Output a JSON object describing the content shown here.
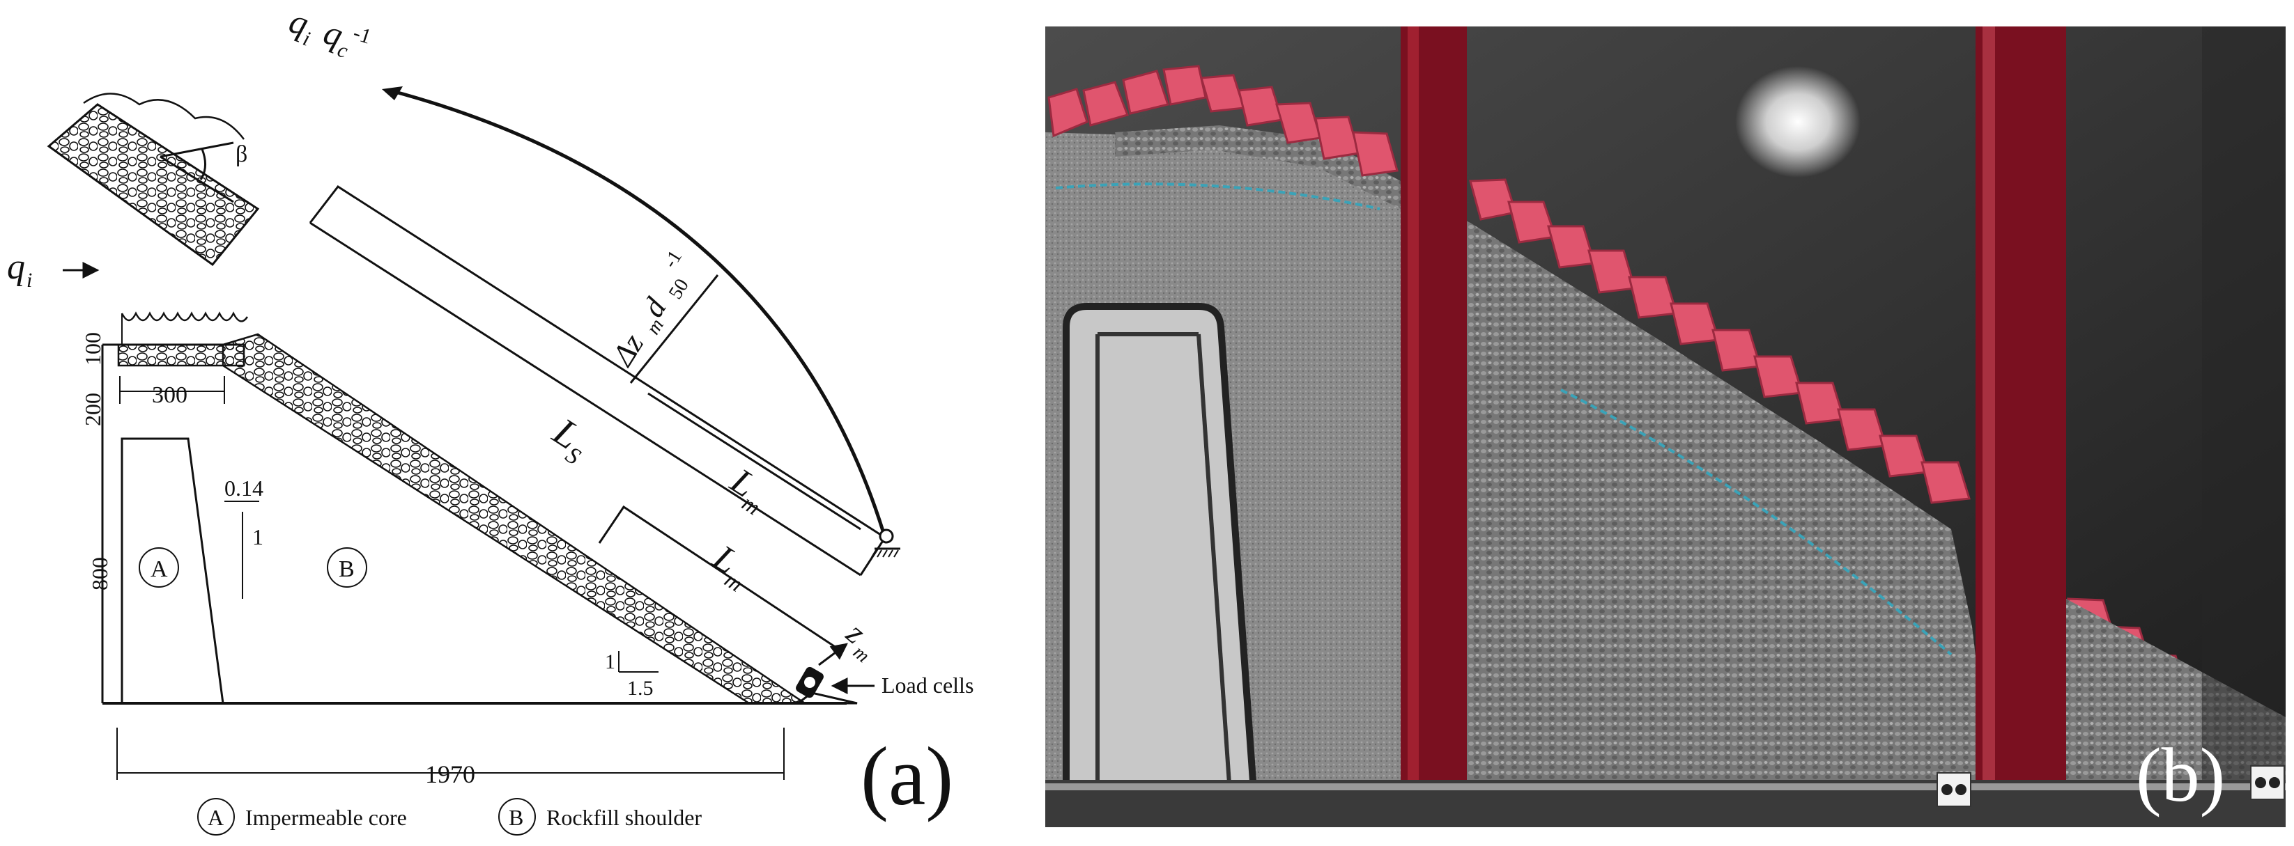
{
  "panel_a": {
    "label": "(a)",
    "flow_in": "q",
    "flow_in_sub": "i",
    "flow_ratio": {
      "q": "q",
      "i": "i",
      "qc": "q",
      "c": "c",
      "exp": "-1"
    },
    "beta": "β",
    "dz": {
      "delta": "Δz",
      "m": "m",
      "d": " d",
      "s50": "50",
      "exp": "-1"
    },
    "Ls": {
      "L": "L",
      "sub": "S"
    },
    "Lm_upper": {
      "L": "L",
      "sub": "m"
    },
    "Lm_lower": {
      "L": "L",
      "sub": "m"
    },
    "zm": {
      "z": "z",
      "sub": "m"
    },
    "load_cells": "Load cells",
    "dims": {
      "d100": "100",
      "d200": "200",
      "d300": "300",
      "d800": "800",
      "d1970": "1970"
    },
    "slope_core": {
      "top": "0.14",
      "bottom": "1"
    },
    "slope_face": {
      "rise": "1",
      "run": "1.5"
    },
    "zone_a": {
      "mark": "A",
      "label": "Impermeable core"
    },
    "zone_b": {
      "mark": "B",
      "label": "Rockfill shoulder"
    }
  },
  "panel_b": {
    "label": "(b)"
  },
  "colors": {
    "line": "#111111",
    "riprap": "#e0556e",
    "gravel": "#7c7c7c",
    "frame": "#7a1020"
  }
}
